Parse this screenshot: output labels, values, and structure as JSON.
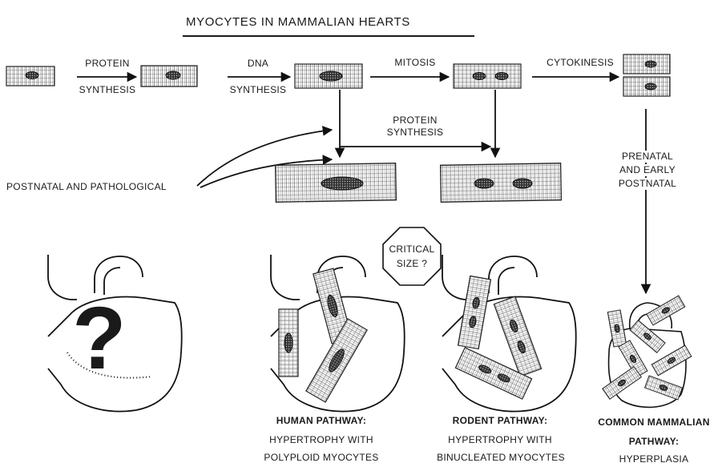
{
  "title": "MYOCYTES IN MAMMALIAN HEARTS",
  "steps": {
    "protein_synthesis_top": "PROTEIN",
    "protein_synthesis_bottom": "SYNTHESIS",
    "dna_top": "DNA",
    "dna_bottom": "SYNTHESIS",
    "mitosis": "MITOSIS",
    "cytokinesis": "CYTOKINESIS",
    "protein_synthesis_mid_top": "PROTEIN",
    "protein_synthesis_mid_bottom": "SYNTHESIS"
  },
  "labels": {
    "postnatal_pathological": "POSTNATAL AND PATHOLOGICAL",
    "prenatal_line1": "PRENATAL",
    "prenatal_line2": "AND EARLY",
    "prenatal_line3": "POSTNATAL",
    "critical_line1": "CRITICAL",
    "critical_line2": "SIZE ?",
    "question_mark": "?"
  },
  "pathways": {
    "human": {
      "heading": "HUMAN PATHWAY:",
      "line1": "HYPERTROPHY WITH",
      "line2": "POLYPLOID MYOCYTES"
    },
    "rodent": {
      "heading": "RODENT PATHWAY:",
      "line1": "HYPERTROPHY WITH",
      "line2": "BINUCLEATED MYOCYTES"
    },
    "common": {
      "heading1": "COMMON MAMMALIAN",
      "heading2": "PATHWAY:",
      "line1": "HYPERPLASIA"
    }
  }
}
